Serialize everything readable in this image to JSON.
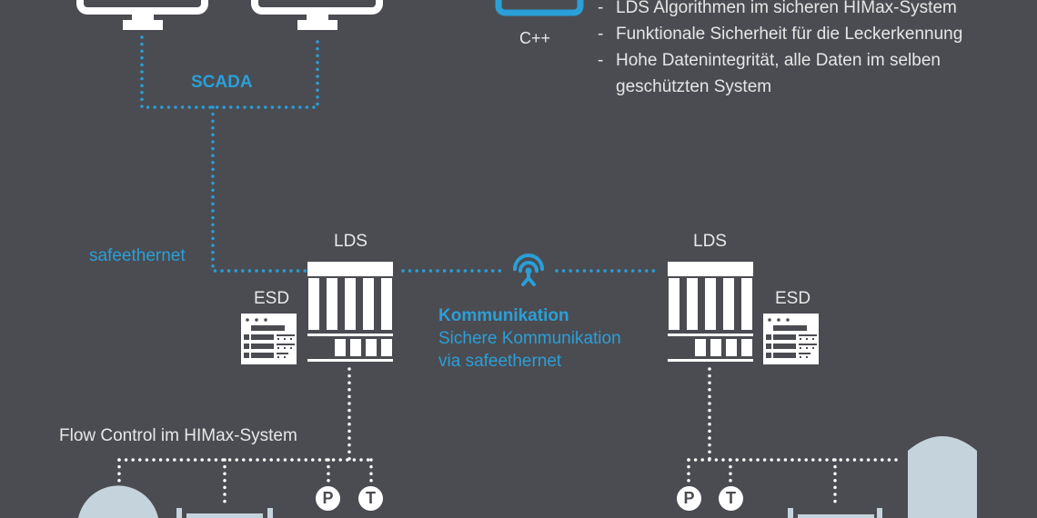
{
  "colors": {
    "background": "#4b4c51",
    "accent_blue": "#2a9fd8",
    "white": "#ffffff",
    "tank": "#c5d3dc"
  },
  "scada": {
    "label": "SCADA",
    "icons": [
      "monitor-icon",
      "monitor-icon"
    ]
  },
  "safeethernet_label": "safeethernet",
  "cpp": {
    "icon": "code-screen-icon",
    "label": "C++"
  },
  "features": [
    "LDS Algorithmen im sicheren HIMax-System",
    "Funktionale Sicherheit für die Leckerkennung",
    "Hohe Datenintegrität, alle Daten im selben",
    "geschützten System"
  ],
  "bullet_dash": "-",
  "left_station": {
    "lds_label": "LDS",
    "esd_label": "ESD"
  },
  "right_station": {
    "lds_label": "LDS",
    "esd_label": "ESD"
  },
  "communication": {
    "icon": "antenna-icon",
    "title": "Kommunikation",
    "line1": "Sichere Kommunikation",
    "line2": "via safeethernet"
  },
  "flow_control_label": "Flow Control im HIMax-System",
  "sensors": {
    "pressure": "P",
    "temperature": "T"
  }
}
